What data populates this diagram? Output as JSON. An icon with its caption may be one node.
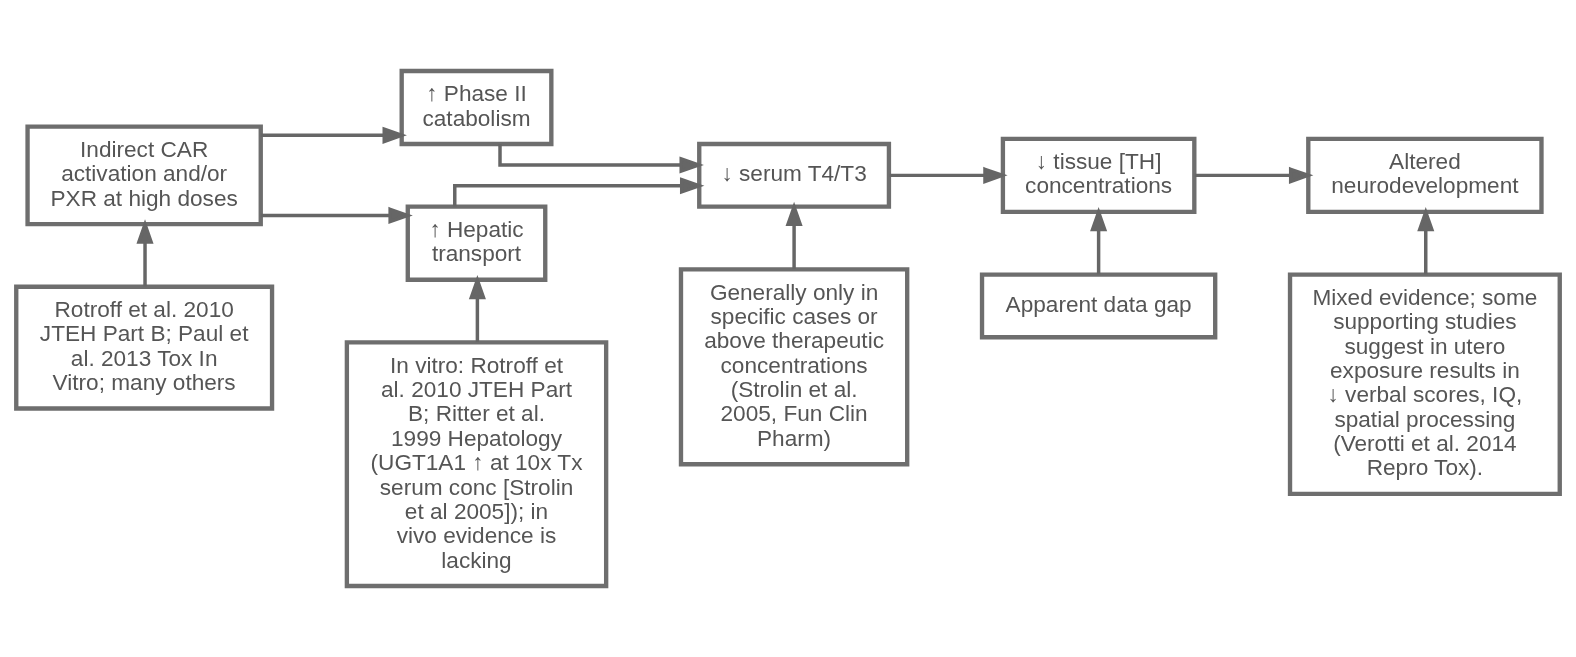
{
  "diagram": {
    "nodes": [
      {
        "text": [
          "Indirect CAR activation and/or PXR at high doses"
        ]
      },
      {
        "text": [
          "↑ Phase II catabolism"
        ]
      },
      {
        "text": [
          "↑ Hepatic transport"
        ]
      },
      {
        "text": [
          "↓ serum T4/T3"
        ]
      },
      {
        "text": [
          "↓ tissue [TH] concentrations"
        ]
      },
      {
        "text": [
          "Altered neurodevelopment"
        ]
      },
      {
        "text": [
          "Rotroff et al. 2010 JTEH Part B; Paul et al. 2013 Tox In Vitro; many others"
        ]
      },
      {
        "text": [
          "In vitro: Rotroff et al. 2010 JTEH Part B; Ritter et al. 1999 Hepatology (UGT1A1 ↑ at 10x Tx serum conc [Strolin et al 2005]); in vivo evidence is lacking"
        ]
      },
      {
        "text": [
          "Generally only in specific cases or above therapeutic concentrations (Strolin et al. 2005, Fun Clin Pharm)"
        ]
      },
      {
        "text": [
          "Apparent data gap"
        ]
      },
      {
        "text": [
          "Mixed evidence; some supporting studies suggest in utero exposure results in ↓ verbal scores, IQ, spatial processing (Verotti et al. 2014 Repro Tox)."
        ]
      }
    ],
    "edges": [
      {
        "from": 0,
        "to": 1,
        "arrow": "to"
      },
      {
        "from": 0,
        "to": 2,
        "arrow": "to"
      },
      {
        "from": 1,
        "to": 3,
        "arrow": "to"
      },
      {
        "from": 2,
        "to": 3,
        "arrow": "to"
      },
      {
        "from": 3,
        "to": 4,
        "arrow": "to"
      },
      {
        "from": 4,
        "to": 5,
        "arrow": "to"
      },
      {
        "from": 6,
        "to": 0,
        "arrow": "to"
      },
      {
        "from": 7,
        "to": 2,
        "arrow": "to"
      },
      {
        "from": 8,
        "to": 3,
        "arrow": "to"
      },
      {
        "from": 9,
        "to": 4,
        "arrow": "to"
      },
      {
        "from": 10,
        "to": 5,
        "arrow": "to"
      }
    ]
  }
}
